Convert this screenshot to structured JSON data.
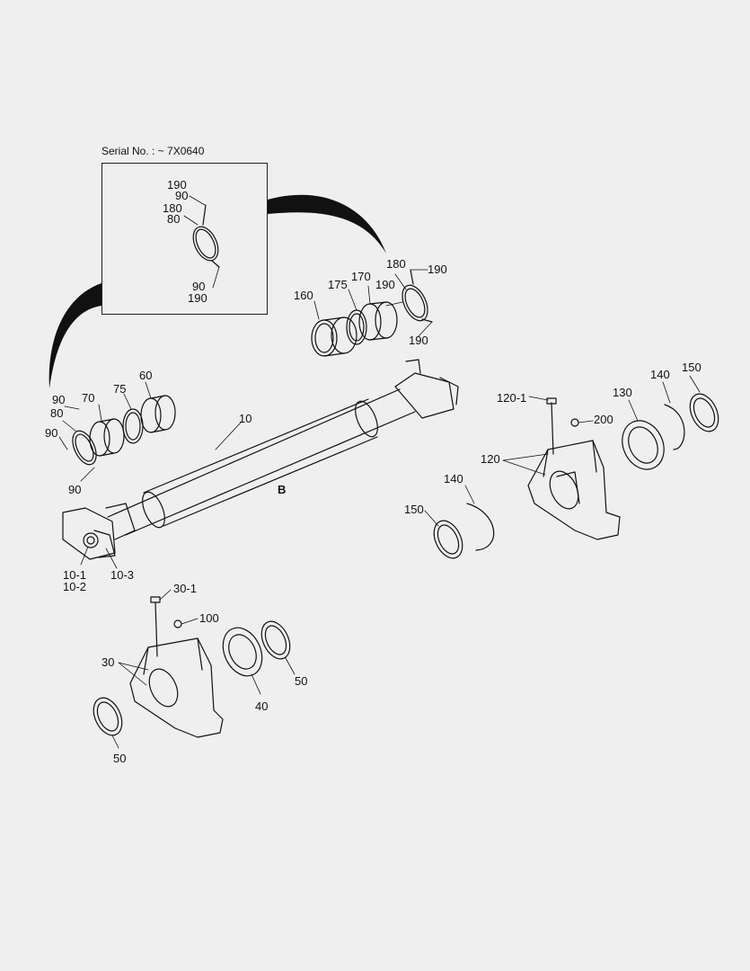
{
  "serial_note": "Serial No. : ~ 7X0640",
  "labels": {
    "inset_190_top": "190",
    "inset_90_top": "90",
    "inset_180": "180",
    "inset_80": "80",
    "inset_90_bottom": "90",
    "inset_190_bottom": "190",
    "p180": "180",
    "p190_a": "190",
    "p170": "170",
    "p175": "175",
    "p190_b": "190",
    "p160": "160",
    "p190_c": "190",
    "p60": "60",
    "p75": "75",
    "p90_a": "90",
    "p70": "70",
    "p80": "80",
    "p90_b": "90",
    "p90_c": "90",
    "p10": "10",
    "pB": "B",
    "p10_1": "10-1",
    "p10_2": "10-2",
    "p10_3": "10-3",
    "p120_1": "120-1",
    "p200": "200",
    "p140_a": "140",
    "p150_a": "150",
    "p130": "130",
    "p120": "120",
    "p140_b": "140",
    "p150_b": "150",
    "p30_1": "30-1",
    "p100": "100",
    "p30": "30",
    "p40": "40",
    "p50_a": "50",
    "p50_b": "50"
  }
}
